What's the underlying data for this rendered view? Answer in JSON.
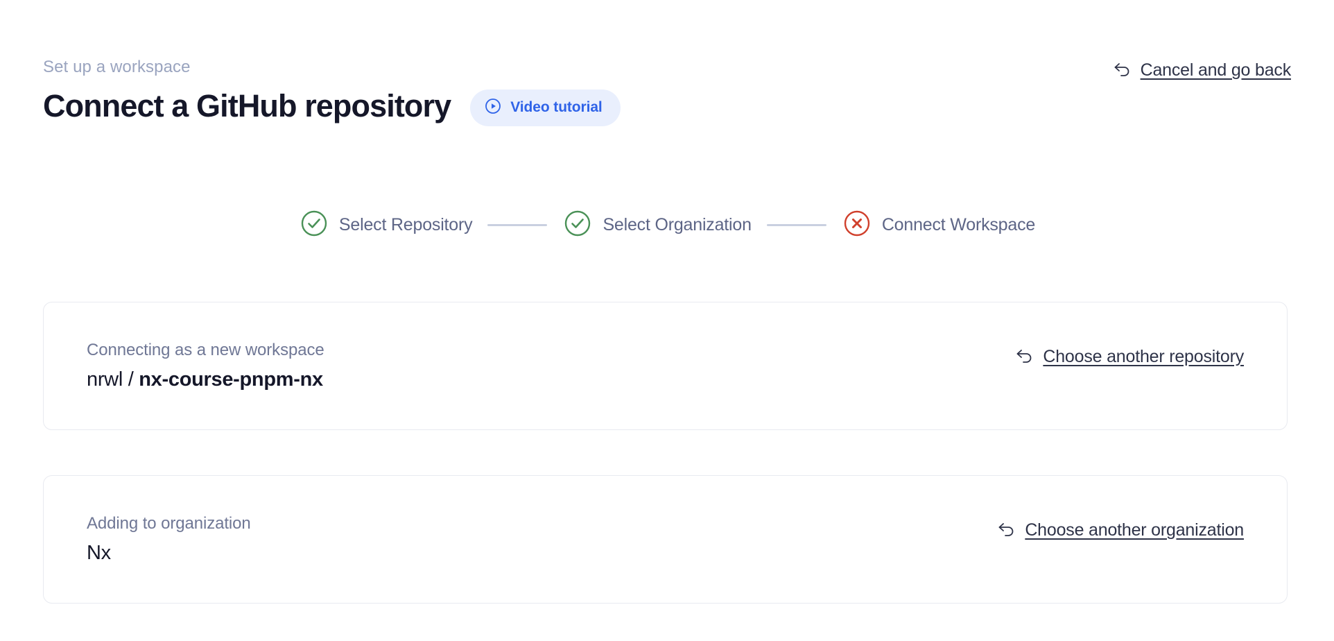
{
  "header": {
    "eyebrow": "Set up a workspace",
    "title": "Connect a GitHub repository",
    "video_badge": {
      "label": "Video tutorial",
      "icon": "play-circle-icon",
      "bg_color": "#e9effd",
      "text_color": "#2f63e8"
    },
    "cancel": {
      "label": "Cancel and go back",
      "icon": "undo-arrow-icon"
    }
  },
  "stepper": {
    "steps": [
      {
        "label": "Select Repository",
        "state": "complete",
        "icon": "check-circle-icon",
        "color": "#4a9157"
      },
      {
        "label": "Select Organization",
        "state": "complete",
        "icon": "check-circle-icon",
        "color": "#4a9157"
      },
      {
        "label": "Connect Workspace",
        "state": "error",
        "icon": "x-circle-icon",
        "color": "#d0402c"
      }
    ],
    "connector_color": "#c9d0e0",
    "label_color": "#5d6586"
  },
  "cards": [
    {
      "label": "Connecting as a new workspace",
      "value_owner": "nrwl",
      "value_separator": " / ",
      "value_name": "nx-course-pnpm-nx",
      "action_label": "Choose another repository",
      "action_icon": "undo-arrow-icon"
    },
    {
      "label": "Adding to organization",
      "value": "Nx",
      "action_label": "Choose another organization",
      "action_icon": "undo-arrow-icon"
    }
  ],
  "colors": {
    "title": "#151729",
    "eyebrow": "#9aa4bf",
    "card_border": "#e8eaf0",
    "link": "#2e3348",
    "accent_blue": "#2f63e8",
    "success_green": "#4a9157",
    "error_red": "#d0402c"
  }
}
